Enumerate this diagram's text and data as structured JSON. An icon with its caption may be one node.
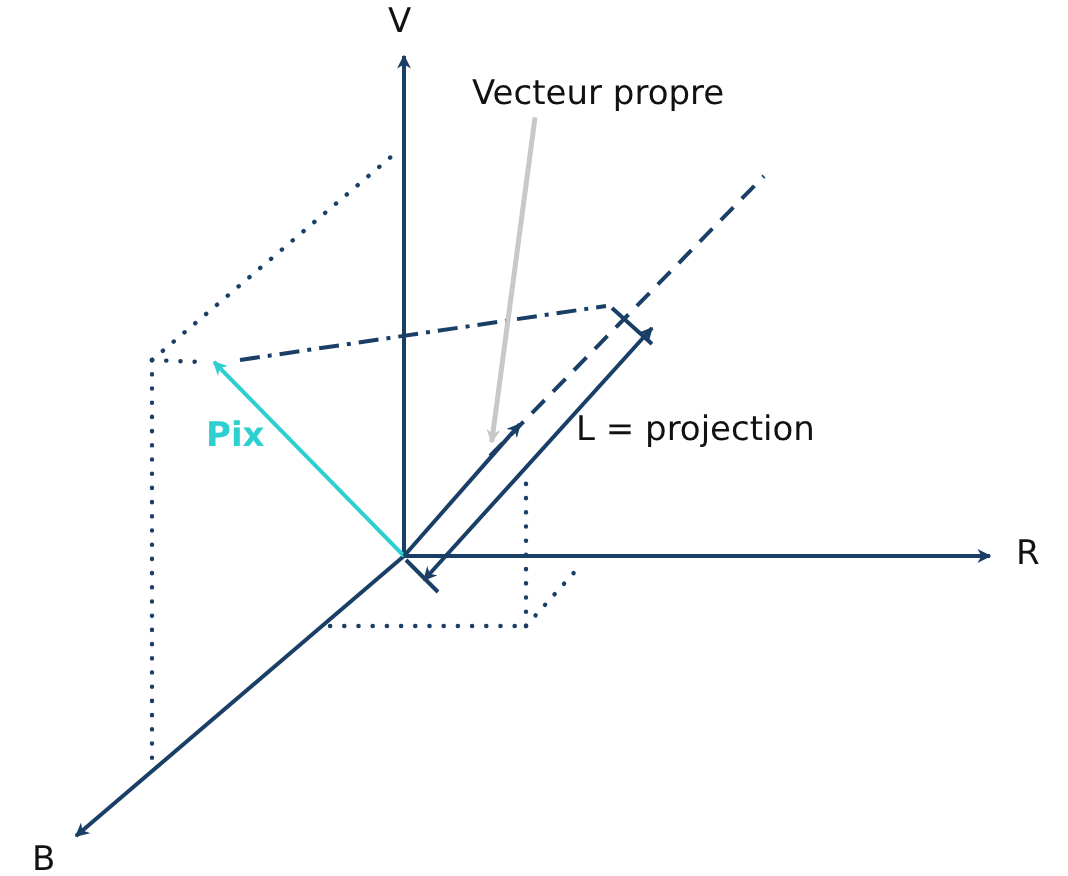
{
  "diagram": {
    "nodes": [
      {
        "text": [
          "Vecteur propre"
        ]
      },
      {
        "text": [],
        "shape": "line"
      }
    ],
    "edges": [
      {
        "from": 0,
        "to": 1,
        "arrow": "to",
        "color": "#c8c8c8"
      }
    ],
    "labels": [
      "V",
      "Pix",
      "L = projection",
      "R",
      "B"
    ]
  }
}
